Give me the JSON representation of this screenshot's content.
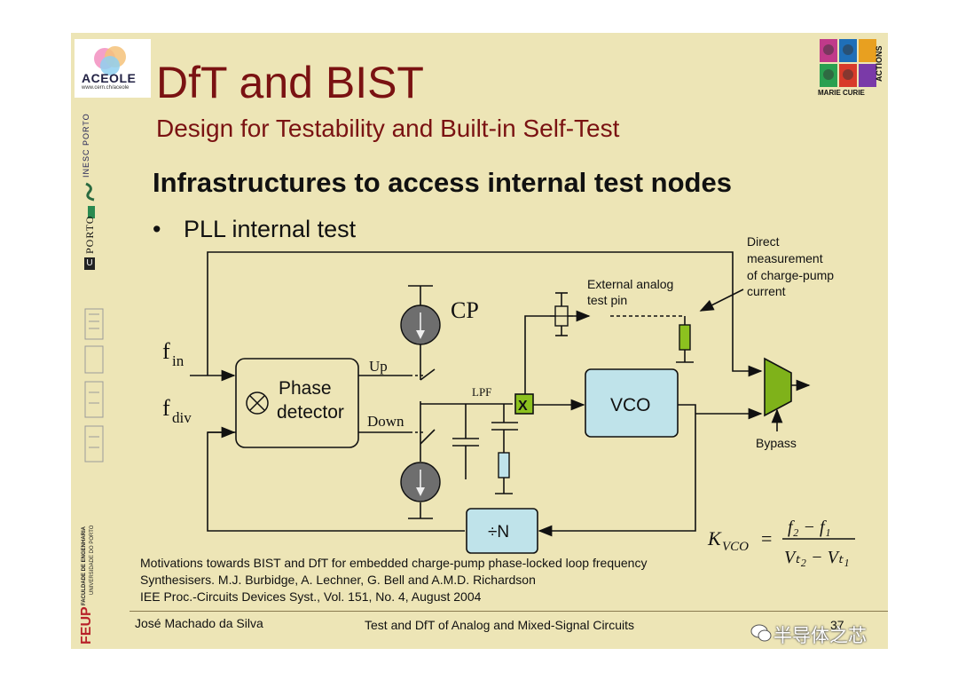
{
  "slide": {
    "title": "DfT and BIST",
    "subtitle": "Design for Testability and Built-in Self-Test",
    "heading": "Infrastructures to access internal test nodes",
    "bullet": "PLL internal test",
    "bullet_marker": "•"
  },
  "diagram": {
    "fin_main": "f",
    "fin_sub": "in",
    "fdiv_main": "f",
    "fdiv_sub": "div",
    "phase_detector_line1": "Phase",
    "phase_detector_line2": "detector",
    "up_label": "Up",
    "down_label": "Down",
    "cp_label": "CP",
    "lpf_label": "LPF",
    "switch_label": "X",
    "vco_label": "VCO",
    "divider_label": "÷N",
    "ext_pin_line1": "External analog",
    "ext_pin_line2": "test pin",
    "direct_line1": "Direct",
    "direct_line2": "measurement",
    "direct_line3": "of charge-pump",
    "direct_line4": "current",
    "bypass_label": "Bypass",
    "formula": {
      "lhs_main": "K",
      "lhs_sub": "VCO",
      "eq": "=",
      "num": "f₂ − f₁",
      "den": "Vₜ₂ − Vₜ₁"
    }
  },
  "reference": {
    "line1": "Motivations towards BIST and DfT for embedded charge-pump phase-locked loop frequency",
    "line2": "Synthesisers. M.J. Burbidge, A. Lechner, G. Bell and A.M.D. Richardson",
    "line3": "IEE Proc.-Circuits Devices Syst., Vol. 151, No. 4, August 2004"
  },
  "footer": {
    "author": "José Machado da Silva",
    "course": "Test and DfT of Analog and Mixed-Signal Circuits",
    "page": "37"
  },
  "logos": {
    "aceole": "ACEOLE",
    "aceole_url": "www.cern.ch/aceole",
    "inesc": "INESC PORTO",
    "uporto": "PORTO",
    "uporto_mark": "U",
    "feup": "FEUP",
    "feup_line1": "FACULDADE DE ENGENHARIA",
    "feup_line2": "UNIVERSIDADE DO PORTO",
    "marie_curie": "MARIE CURIE",
    "actions": "ACTIONS"
  },
  "watermark": "半导体之芯",
  "colors": {
    "slide_bg": "#ede5b6",
    "title": "#7a1212",
    "block_fill": "#bfe3ea",
    "switch_fill": "#8cc11f",
    "mux_fill": "#7fb21a",
    "source_fill": "#6e6e6e"
  }
}
